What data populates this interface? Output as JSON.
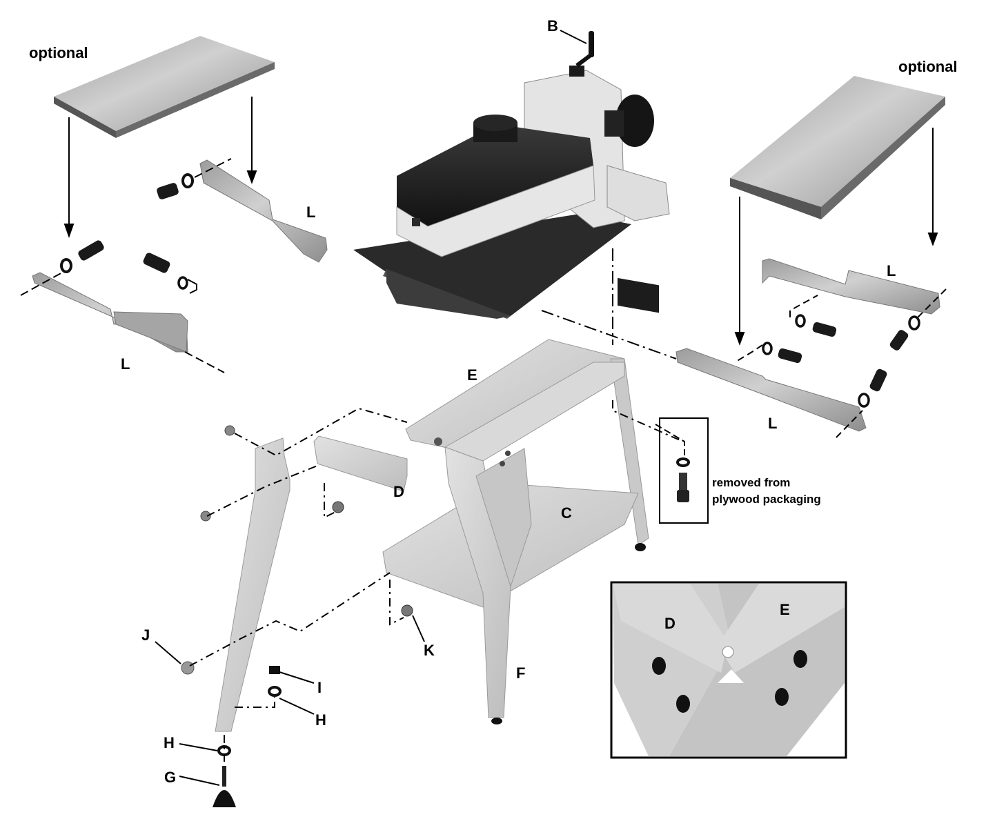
{
  "diagram": {
    "subject": "Drum sander stand exploded assembly view",
    "labels": {
      "optional_left": "optional",
      "optional_right": "optional",
      "B": "B",
      "L_top_left": "L",
      "L_bottom_left": "L",
      "L_top_right": "L",
      "L_bottom_right": "L",
      "E": "E",
      "D": "D",
      "C": "C",
      "F": "F",
      "J": "J",
      "K": "K",
      "I": "I",
      "H_upper": "H",
      "H_lower": "H",
      "G": "G"
    },
    "note": {
      "line1": "removed from",
      "line2": "plywood packaging"
    },
    "inset": {
      "label_D": "D",
      "label_E": "E"
    },
    "colors": {
      "steel": "#b8b8b8",
      "stand": "#d6d6d6",
      "machine_dark": "#1e1e1e",
      "machine_light": "#e8e8e8",
      "line": "#000000"
    }
  }
}
